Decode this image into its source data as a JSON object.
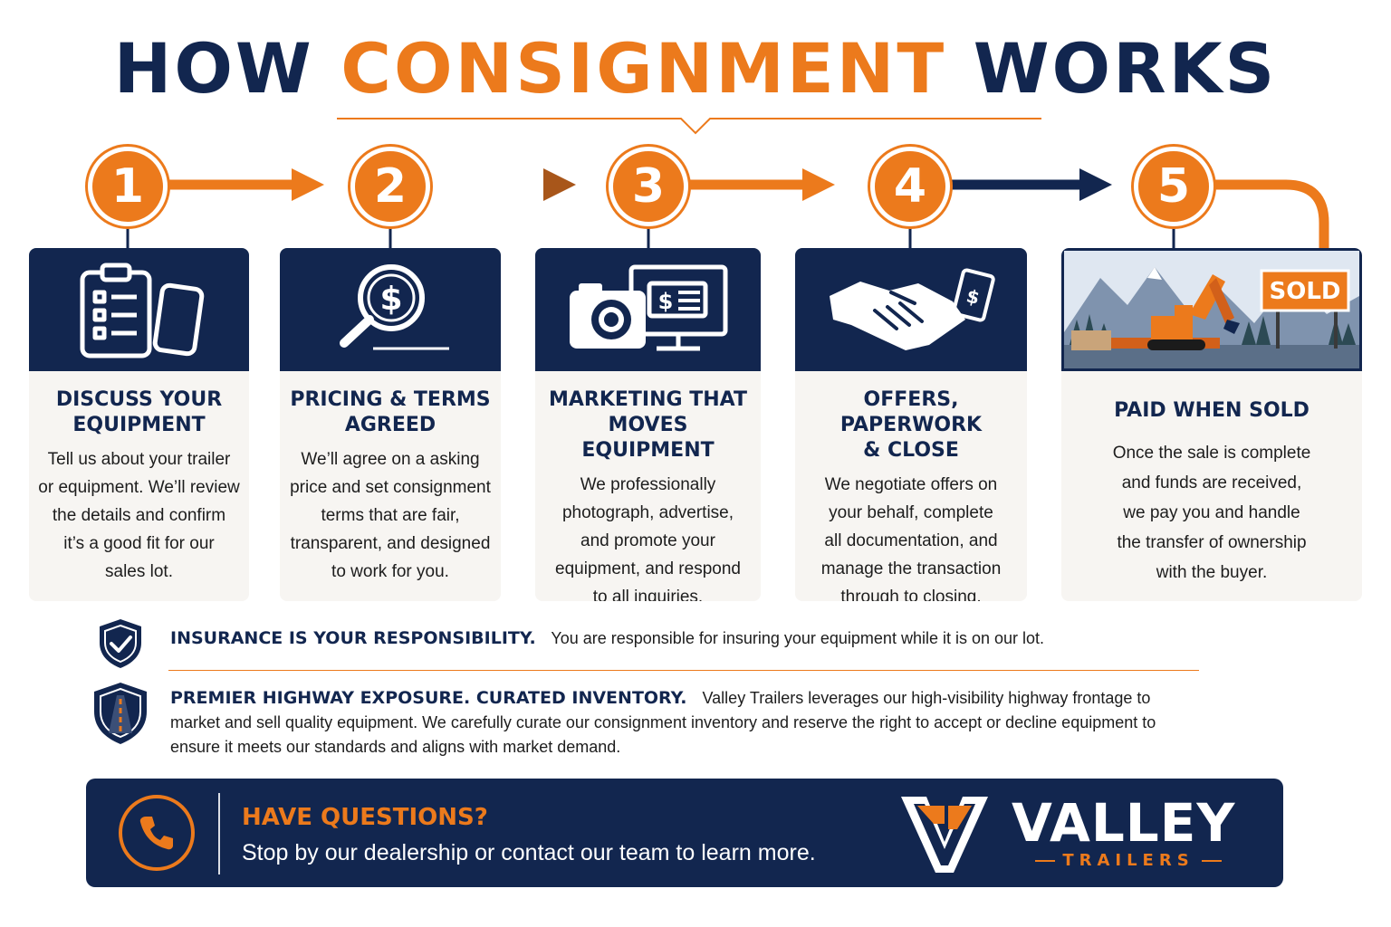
{
  "title": {
    "part1": "HOW",
    "accent": "CONSIGNMENT",
    "part2": "WORKS"
  },
  "colors": {
    "navy": "#12264f",
    "orange": "#ec7a1c",
    "card_bg": "#f7f5f2"
  },
  "steps": [
    {
      "number": "1",
      "icon": "clipboard-phone-icon",
      "title": "DISCUSS YOUR\nEQUIPMENT",
      "body": "Tell us about your trailer\nor equipment. We’ll review\nthe details and confirm\nit’s a good fit for our\nsales lot."
    },
    {
      "number": "2",
      "icon": "magnifier-dollar-icon",
      "title": "PRICING & TERMS\nAGREED",
      "body": "We’ll agree on a asking\nprice and set consignment\nterms that are fair,\ntransparent, and designed\nto work for you."
    },
    {
      "number": "3",
      "icon": "camera-monitor-icon",
      "title": "MARKETING THAT\nMOVES EQUIPMENT",
      "body": "We professionally\nphotograph, advertise,\nand promote your\nequipment, and respond\nto all inquiries."
    },
    {
      "number": "4",
      "icon": "handshake-icon",
      "title": "OFFERS, PAPERWORK\n& CLOSE",
      "body": "We negotiate offers on\nyour behalf, complete\nall documentation, and\nmanage the transaction\nthrough to closing."
    },
    {
      "number": "5",
      "icon": "sold-excavator-icon",
      "title": "PAID WHEN SOLD",
      "sold_sign": "SOLD",
      "body": "Once the sale is complete\nand funds are received,\nwe pay you and handle\nthe transfer of ownership\nwith the buyer."
    }
  ],
  "notes": {
    "insurance": {
      "icon": "shield-check-icon",
      "heading": "INSURANCE IS YOUR RESPONSIBILITY.",
      "text": "You are responsible for insuring your equipment while it is on our lot."
    },
    "exposure": {
      "icon": "shield-road-icon",
      "heading": "PREMIER HIGHWAY EXPOSURE. CURATED INVENTORY.",
      "text": "Valley Trailers leverages our high-visibility highway frontage to market and sell quality equipment. We carefully curate our consignment inventory and reserve the right to accept or decline equipment to ensure it meets our standards and aligns with market demand."
    }
  },
  "cta": {
    "icon": "phone-icon",
    "heading": "HAVE QUESTIONS?",
    "text": "Stop by our dealership or contact our team  to learn more."
  },
  "brand": {
    "logo_icon": "valley-v-logo-icon",
    "name": "VALLEY",
    "sub": "TRAILERS"
  }
}
